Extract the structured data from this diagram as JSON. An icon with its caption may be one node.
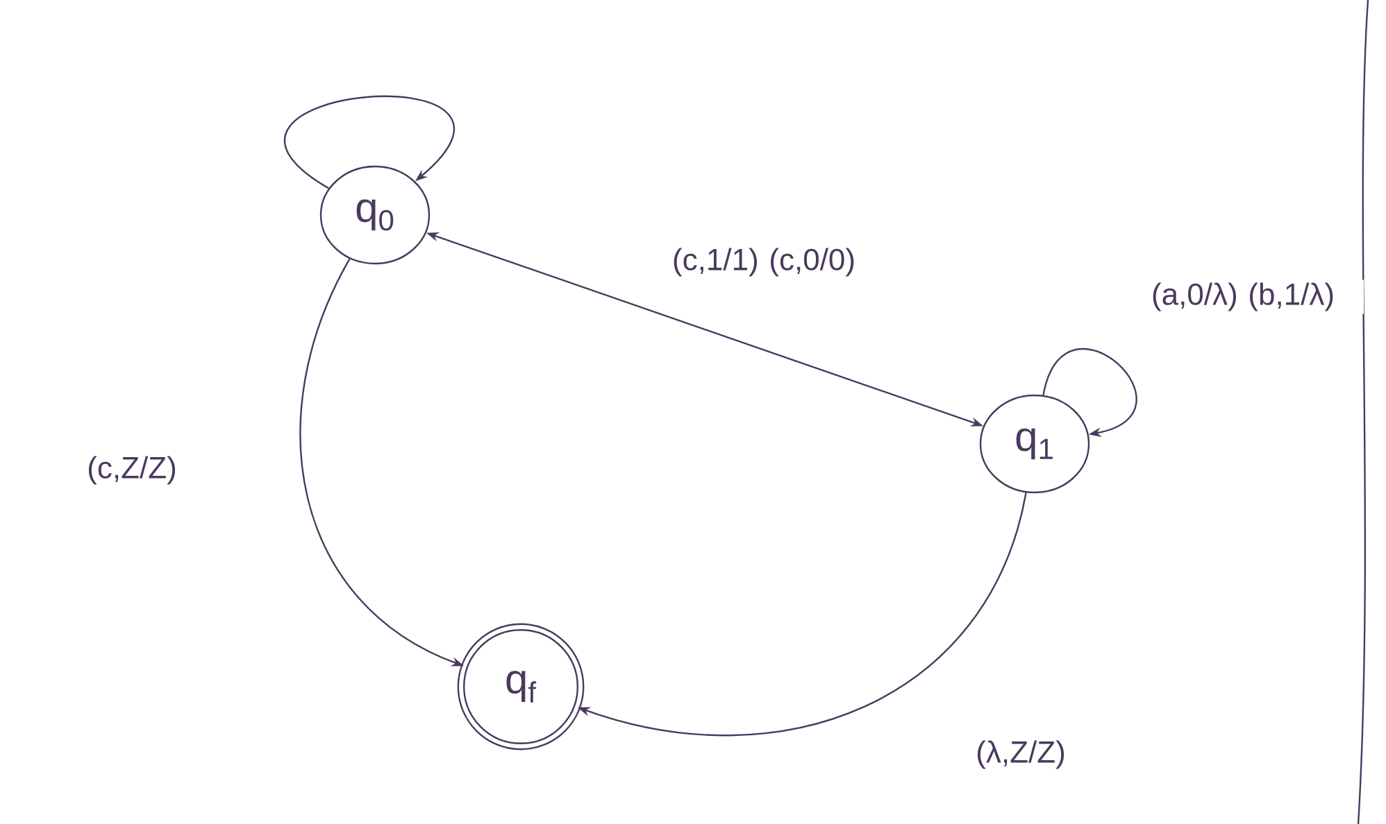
{
  "diagram": {
    "nodes": [
      {
        "text": [
          "q$_{0}$"
        ]
      },
      {
        "text": [
          "q$_{1}$"
        ]
      },
      {
        "text": [
          "q$_{f}$"
        ]
      }
    ],
    "edges": [
      {
        "from": 0,
        "to": 0,
        "arrow": "to"
      },
      {
        "from": 0,
        "to": 1,
        "arrow": "both",
        "label": "(c,1/1) (c,0/0)"
      },
      {
        "from": 1,
        "to": 1,
        "arrow": "to",
        "label": "(a,0/λ) (b,1/λ)"
      },
      {
        "from": 0,
        "to": 2,
        "arrow": "to",
        "label": "(c,Z/Z)"
      },
      {
        "from": 1,
        "to": 2,
        "arrow": "to",
        "label": "(λ,Z/Z)"
      }
    ]
  }
}
